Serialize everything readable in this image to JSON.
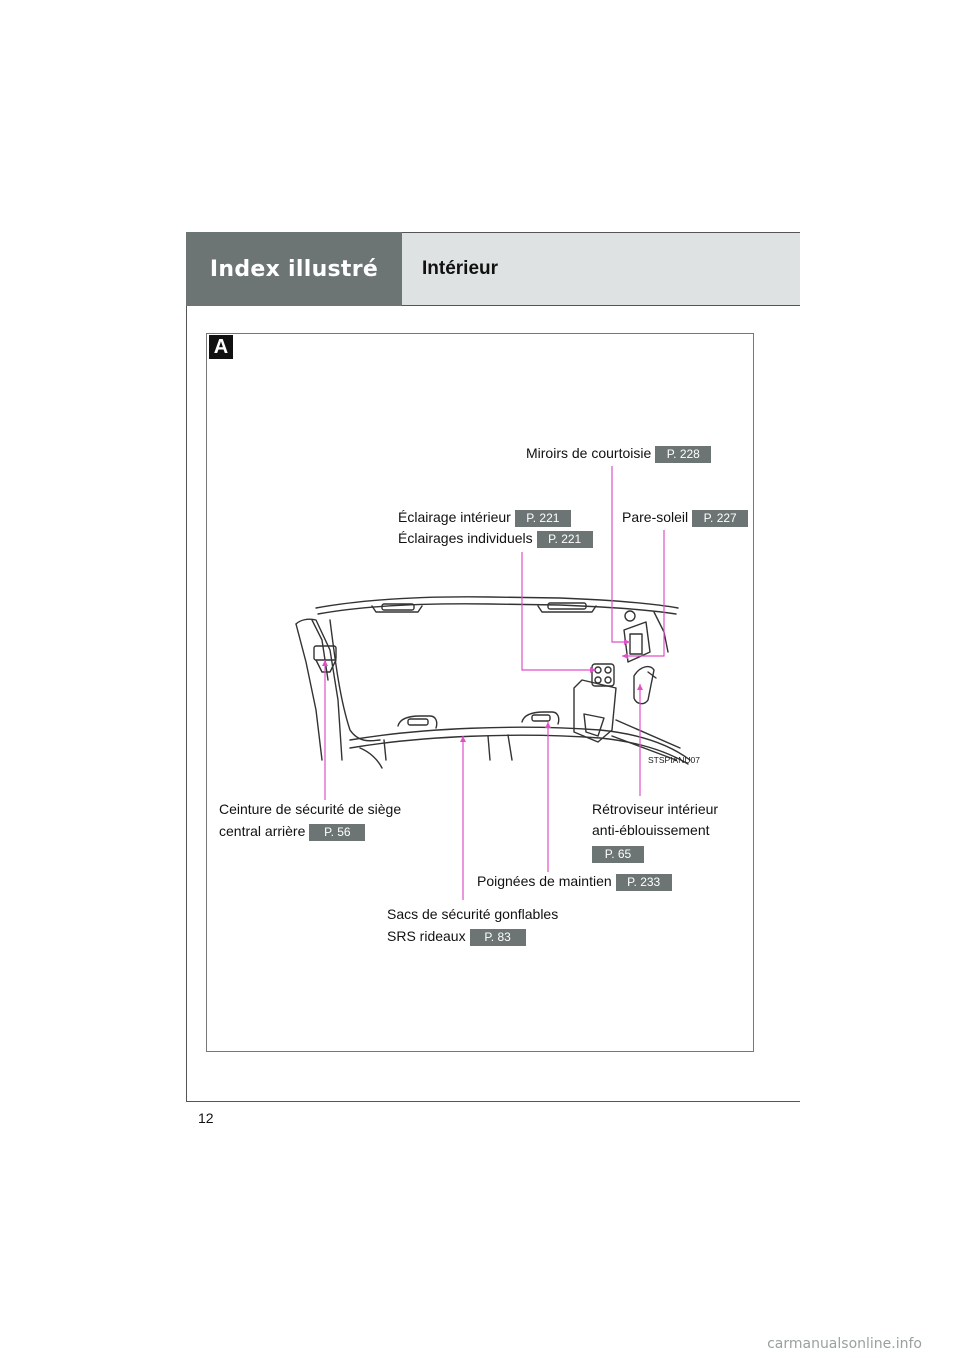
{
  "header": {
    "section_title": "Index illustré",
    "page_title": "Intérieur"
  },
  "section_marker": "A",
  "figure": {
    "image_code": "STSPIANU07",
    "callouts": {
      "courtesy_mirrors": {
        "label": "Miroirs de courtoisie",
        "page": "P. 228"
      },
      "interior_light": {
        "label": "Éclairage intérieur",
        "page": "P. 221"
      },
      "personal_lights": {
        "label": "Éclairages individuels",
        "page": "P. 221"
      },
      "sun_visor": {
        "label": "Pare-soleil",
        "page": "P. 227"
      },
      "seat_belt": {
        "label_line1": "Ceinture de sécurité de siège",
        "label_line2": "central arrière",
        "page": "P. 56"
      },
      "rear_view_mirror": {
        "label_line1": "Rétroviseur intérieur",
        "label_line2": "anti-éblouissement",
        "page": "P. 65"
      },
      "assist_grips": {
        "label": "Poignées de maintien",
        "page": "P. 233"
      },
      "curtain_airbags": {
        "label_line1": "Sacs de sécurité gonflables",
        "label_line2": "SRS rideaux",
        "page": "P. 83"
      }
    }
  },
  "page_number": "12",
  "watermark": "carmanualsonline.info",
  "colors": {
    "callout_line": "#e050c8",
    "badge": "#6c7474",
    "header_dark": "#6c7474",
    "header_light": "#dfe2e2"
  }
}
